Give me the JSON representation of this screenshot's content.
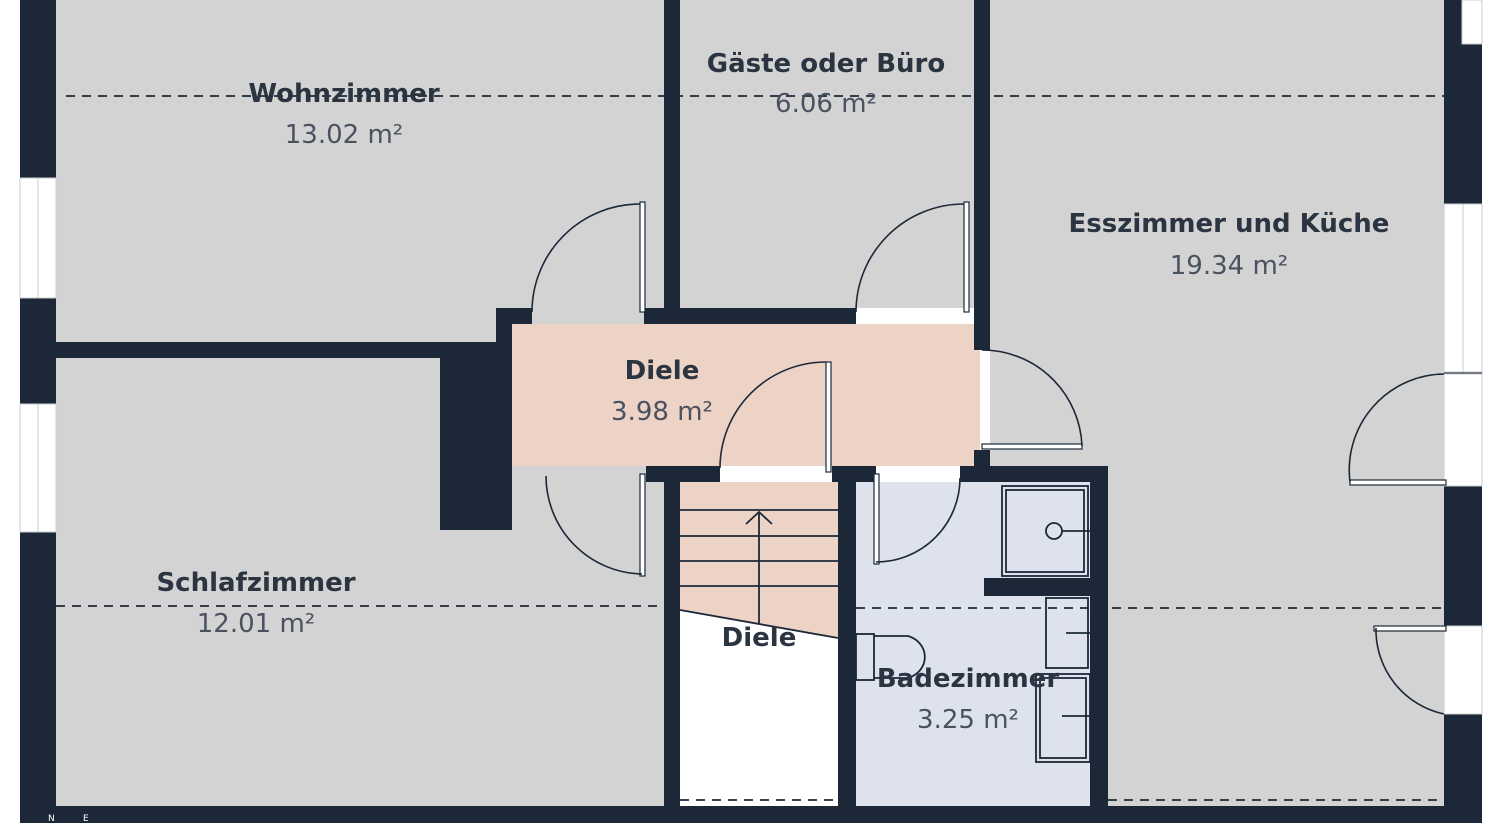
{
  "colors": {
    "wall": "#1c2837",
    "room_default": "#d3d3d3",
    "hallway": "#ecd3c6",
    "bathroom": "#dde2ed",
    "stair_area": "#ffffff"
  },
  "rooms": [
    {
      "id": "wohnzimmer",
      "name": "Wohnzimmer",
      "area": "13.02 m²"
    },
    {
      "id": "gaeste",
      "name": "Gäste oder Büro",
      "area": "6.06 m²"
    },
    {
      "id": "esszimmer",
      "name": "Esszimmer und Küche",
      "area": "19.34 m²"
    },
    {
      "id": "diele-main",
      "name": "Diele",
      "area": "3.98 m²"
    },
    {
      "id": "schlafzimmer",
      "name": "Schlafzimmer",
      "area": "12.01 m²"
    },
    {
      "id": "diele-stairs",
      "name": "Diele",
      "area": ""
    },
    {
      "id": "badezimmer",
      "name": "Badezimmer",
      "area": "3.25 m²"
    }
  ],
  "compass": {
    "n": "N",
    "e": "E"
  }
}
